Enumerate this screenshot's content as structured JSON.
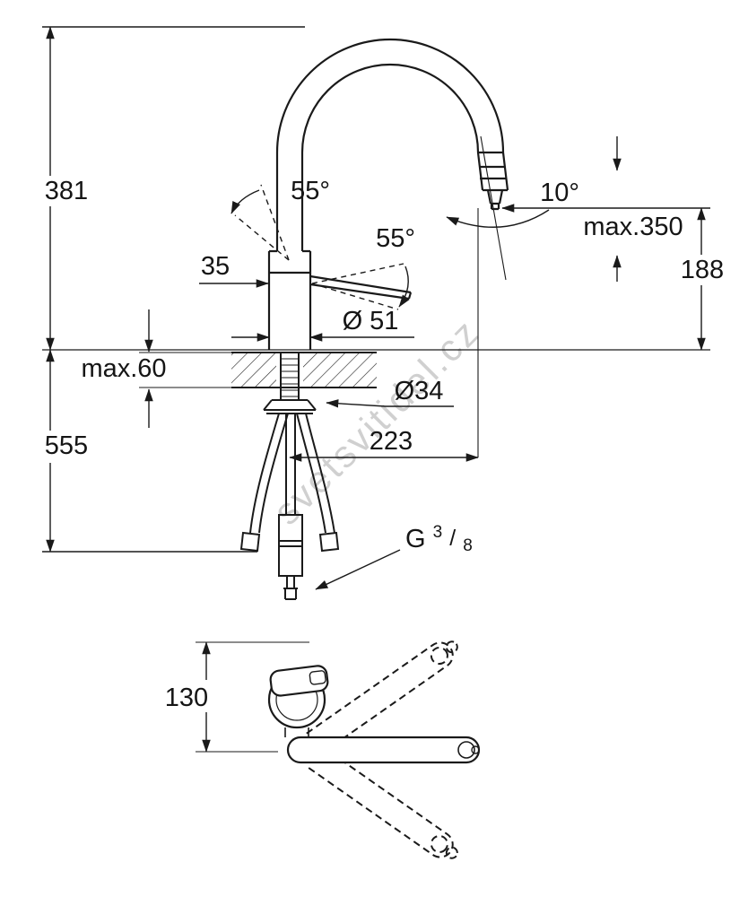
{
  "meta": {
    "background": "#ffffff",
    "line_color": "#1a1a1a"
  },
  "watermark": {
    "text": "svetsvitidel.cz"
  },
  "front_view": {
    "height_above": "381",
    "height_below": "555",
    "counter_thickness": "max.60",
    "handle_offset": "35",
    "handle_angle_top": "55°",
    "handle_angle_side": "55°",
    "body_diameter": "Ø 51",
    "hole_diameter": "Ø34",
    "spout_reach": "223",
    "outlet_height": "188",
    "spray_angle": "10°",
    "pullout_length": "max.350",
    "thread": {
      "prefix": "G",
      "sup": "3",
      "slash": "/",
      "sub": "8"
    }
  },
  "plan_view": {
    "spout_offset": "130"
  }
}
